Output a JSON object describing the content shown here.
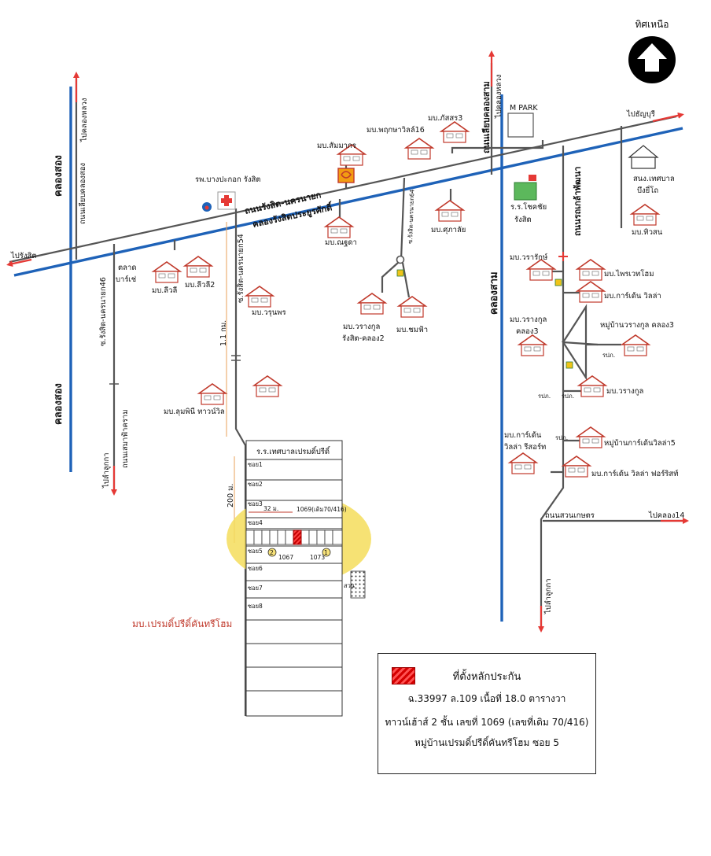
{
  "north": {
    "label": "ทิศเหนือ"
  },
  "roads": {
    "main": "ถนนรังสิต-นครนายก",
    "canal_main": "คลองรังสิตประยูรศักดิ์",
    "lat_khlong_luang": "ถนนเลียบคลองสอง",
    "sema_fah_khram": "ถนนเสมาฟ้าคราม",
    "soi46": "ซ.รังสิต-นครนายก46",
    "soi54": "ซ.รังสิต-นครนายก54",
    "soi64": "ซ.รังสิต-นครนายก64",
    "lat_khlong_sam": "ถนนเลียบคลองสาม",
    "romklao": "ถนนรถเกล้าพัฒนา",
    "suan_kaset": "ถนนสวนเกษตร"
  },
  "canals": {
    "khlong_song_a": "คลองสอง",
    "khlong_song_b": "คลองสอง",
    "khlong_sam": "คลองสาม"
  },
  "directions": {
    "to_khlong_luang": "ไปคลองหลวง",
    "to_rangsit": "ไปรังสิต",
    "to_lam_luk_ka_1": "ไปลำลูกกา",
    "to_lam_luk_ka_2": "ไปลำลูกกา",
    "to_khlong_luang_2": "ไปคลองหลวง",
    "to_thanyaburi": "ไปธัญบุรี",
    "to_khlong14": "ไปคลอง14"
  },
  "places": {
    "hospital": "รพ.บางปะกอก รังสิต",
    "market": "ตลาด",
    "market2": "บาร์เช่",
    "m_park": "M PARK",
    "school_chokchai": "ร.ร.โชคชัย",
    "school_chokchai2": "รังสิต",
    "municipal_office": "สนง.เทศบาล",
    "municipal_office2": "บึงยี่โถ",
    "school_prem": "ร.ร.เทศบาลเปรมดิ์ปรีดิ์",
    "park": "สวน"
  },
  "villages": {
    "lisa": "มบ.ลีวลี",
    "lisa2": "มบ.ลีวลี2",
    "warunporn": "มบ.วรุนพร",
    "lumpini": "มบ.ลุมพินี ทาวน์วิล",
    "sammakorn": "มบ.สัมมากร",
    "nichada": "มบ.ณฐดา",
    "phruksa16": "มบ.พฤกษาวิลล์16",
    "phatsorn3": "มบ.ภัสสร3",
    "supalai": "มบ.ศุภาลัย",
    "warangkul_a": "มบ.วรางกูล",
    "warangkul_b": "รังสิต-คลอง2",
    "chomfa": "มบ.ชมฟ้า",
    "tiwson": "มบ.ทิวสน",
    "wararak": "มบ.วรารักษ์",
    "pruksa_home": "มบ.ไพรเวทโฮม",
    "garden_villa": "มบ.การ์เด้น วิลล่า",
    "warangkul_k3_a": "มบ.วรางกูล",
    "warangkul_k3_b": "คลอง3",
    "village_warangkul_k3": "หมู่บ้านวรางกูล คลอง3",
    "warangkul2": "มบ.วรางกูล",
    "garden_resort_a": "มบ.การ์เด้น",
    "garden_resort_b": "วิลล่า รีสอร์ท",
    "garden_villa5": "หมู่บ้านการ์เด้นวิลล่า5",
    "garden_forrest": "มบ.การ์เด้น วิลล่า ฟอร์ริสท์",
    "prem_village": "มบ.เปรมดิ์ปรีดิ์คันทรีโฮม"
  },
  "measures": {
    "d_1_1km": "1.1 กม.",
    "d_200m": "200 ม.",
    "d_32m": "32 ม."
  },
  "sois": [
    "ซอย1",
    "ซอย2",
    "ซอย3",
    "ซอย4",
    "ซอย5",
    "ซอย6",
    "ซอย7",
    "ซอย8"
  ],
  "plots": {
    "p1069": "1069(เดิม70/416)",
    "p1067": "1067",
    "p1073": "1073",
    "c1": "1",
    "c2": "2"
  },
  "small_labels": {
    "rpk1": "รปภ.",
    "rpk2": "รปภ.",
    "rpk3": "รปภ.",
    "rpk4": "รปภ."
  },
  "legend": {
    "title": "ที่ตั้งหลักประกัน",
    "line1": "ฉ.33997  ล.109  เนื้อที่ 18.0 ตารางวา",
    "line2": "ทาวน์เฮ้าส์ 2 ชั้น  เลขที่ 1069 (เลขที่เดิม 70/416)",
    "line3": "หมู่บ้านเปรมดิ์ปรีดิ์คันทรีโฮม  ซอย 5"
  },
  "colors": {
    "canal": "#1e62b8",
    "road": "#555555",
    "house": "#c0392b",
    "highlight": "#f2d64b",
    "collateral": "#d50000"
  }
}
